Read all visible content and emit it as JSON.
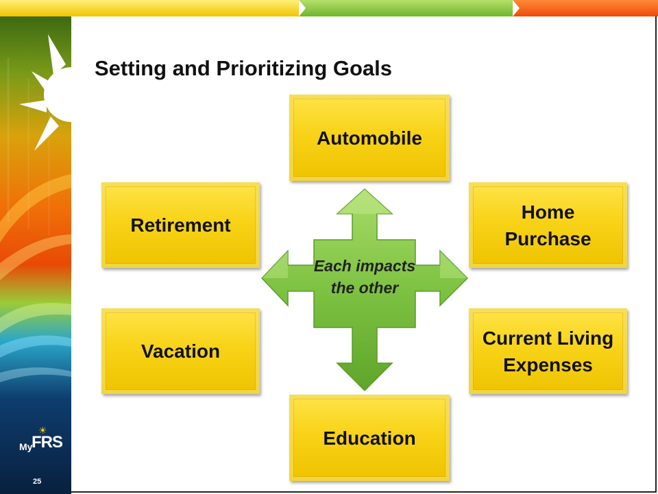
{
  "slide": {
    "title": "Setting and Prioritizing Goals",
    "page_number": "25",
    "logo": {
      "prefix": "My",
      "name": "FRS",
      "sun_glyph": "☀"
    }
  },
  "diagram": {
    "center_label": "Each impacts the other",
    "goals": {
      "automobile": "Automobile",
      "retirement": "Retirement",
      "home_purchase": "Home Purchase",
      "vacation": "Vacation",
      "current_living_expenses": "Current Living Expenses",
      "education": "Education"
    }
  },
  "colors": {
    "goal_fill": "#f8d318",
    "arrow_fill": "#7ec242",
    "top_bar": [
      "#ffd21e",
      "#8dc63f",
      "#ff6a1a"
    ]
  }
}
